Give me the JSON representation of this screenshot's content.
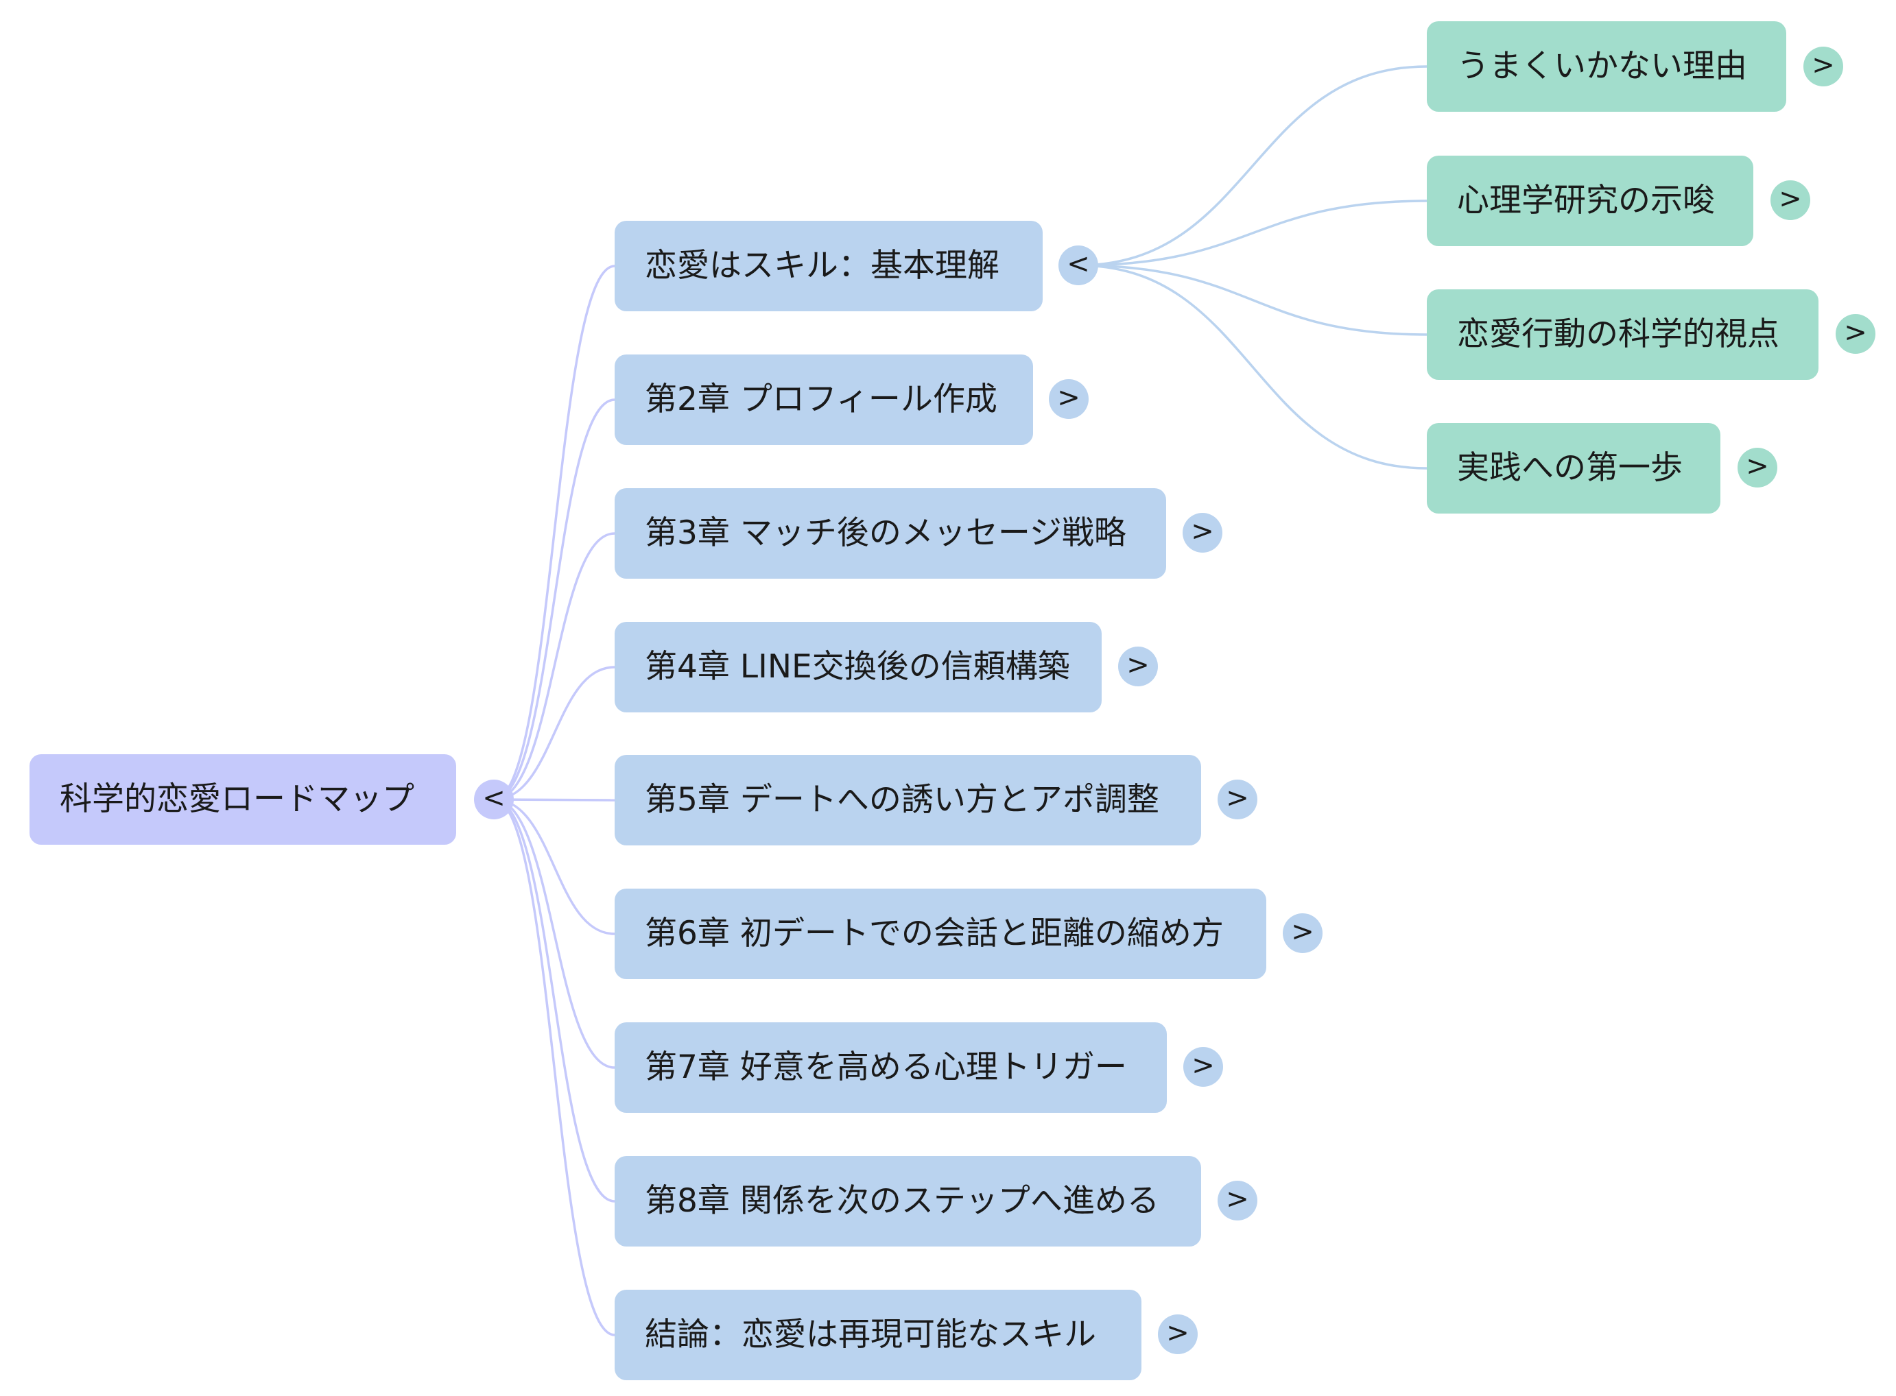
{
  "diagram": {
    "type": "mindmap",
    "root": {
      "label": "科学的恋愛ロードマップ",
      "toggle": "<"
    },
    "chapters": [
      {
        "label": "恋愛はスキル：基本理解",
        "toggle": "<"
      },
      {
        "label": "第2章 プロフィール作成",
        "toggle": ">"
      },
      {
        "label": "第3章 マッチ後のメッセージ戦略",
        "toggle": ">"
      },
      {
        "label": "第4章 LINE交換後の信頼構築",
        "toggle": ">"
      },
      {
        "label": "第5章 デートへの誘い方とアポ調整",
        "toggle": ">"
      },
      {
        "label": "第6章 初デートでの会話と距離の縮め方",
        "toggle": ">"
      },
      {
        "label": "第7章 好意を高める心理トリガー",
        "toggle": ">"
      },
      {
        "label": "第8章 関係を次のステップへ進める",
        "toggle": ">"
      },
      {
        "label": "結論：恋愛は再現可能なスキル",
        "toggle": ">"
      }
    ],
    "expanded_children": [
      {
        "label": "うまくいかない理由",
        "toggle": ">"
      },
      {
        "label": "心理学研究の示唆",
        "toggle": ">"
      },
      {
        "label": "恋愛行動の科学的視点",
        "toggle": ">"
      },
      {
        "label": "実践への第一歩",
        "toggle": ">"
      }
    ],
    "colors": {
      "root": "#c5c9fb",
      "chapter": "#bad3ef",
      "leaf": "#a2ddcc",
      "root_edge": "#c5c9fb",
      "chapter_edge": "#bad3ef"
    }
  }
}
